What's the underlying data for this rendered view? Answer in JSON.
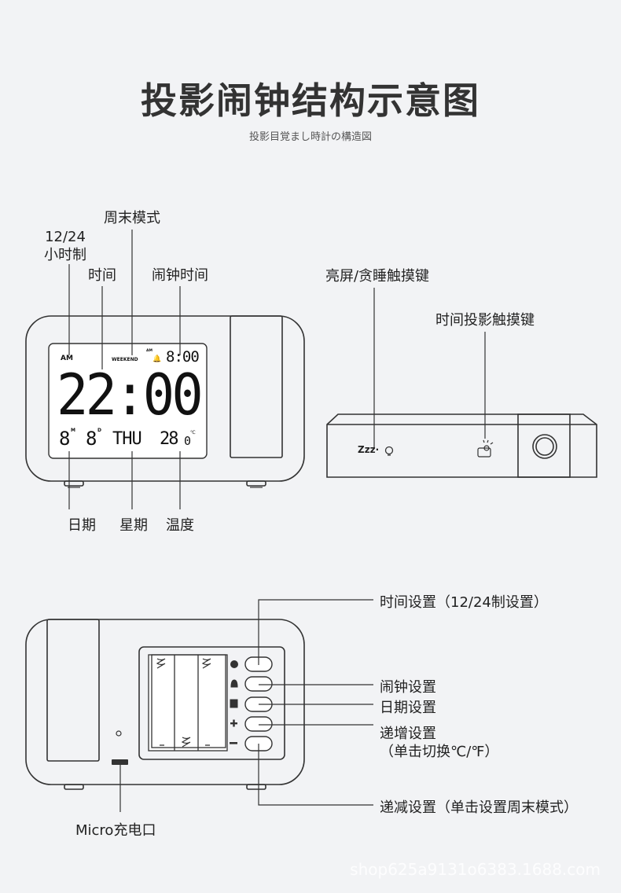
{
  "title": "投影闹钟结构示意图",
  "subtitle": "投影目覚まし時計の構造図",
  "front_view": {
    "labels": {
      "hour_format": "12/24\n小时制",
      "time": "时间",
      "weekend_mode": "周末模式",
      "alarm_time": "闹钟时间",
      "date": "日期",
      "weekday": "星期",
      "temperature": "温度"
    },
    "lcd": {
      "am": "AM",
      "weekend": "WEEKEND",
      "alarm_am": "AM",
      "alarm_time": "8:00",
      "time": "22:00",
      "month": "8",
      "month_mark": "M",
      "day": "8",
      "day_mark": "D",
      "weekday": "THU",
      "temperature": "28",
      "temp_decimal": "0",
      "temp_unit": "℃"
    }
  },
  "top_view": {
    "labels": {
      "snooze_key": "亮屏/贪睡触摸键",
      "projection_key": "时间投影触摸键"
    },
    "snooze_symbol": "Zzz·"
  },
  "back_view": {
    "labels": {
      "time_set": "时间设置（12/24制设置）",
      "alarm_set": "闹钟设置",
      "date_set": "日期设置",
      "plus_set": "递增设置",
      "plus_note": "（单击切换℃/℉）",
      "minus_set": "递减设置（单击设置周末模式）",
      "micro_port": "Micro充电口"
    }
  },
  "watermark": "shop625a9131o6383.1688.com"
}
